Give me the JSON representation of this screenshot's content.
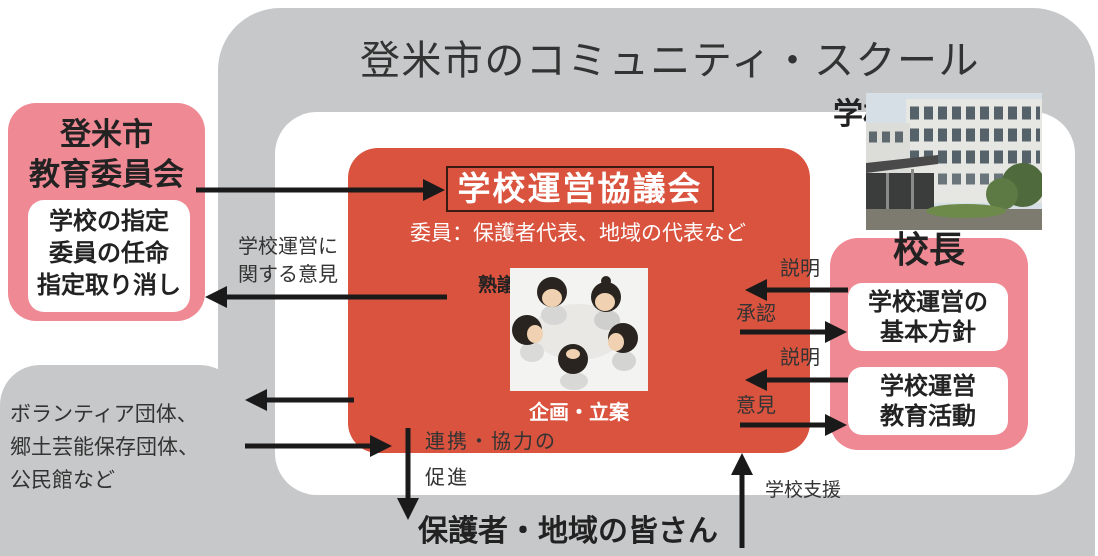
{
  "title": "登米市のコミュニティ・スクール",
  "board": {
    "name_lines": [
      "登米市",
      "教育委員会"
    ],
    "duties": [
      "学校の指定",
      "委員の任命",
      "指定取り消し"
    ]
  },
  "council": {
    "title": "学校運営協議会",
    "members": "委員：保護者代表、地域の代表など",
    "deliberation": "熟議",
    "planning": "企画・立案"
  },
  "school": {
    "label": "学校"
  },
  "principal": {
    "title": "校長",
    "policy_lines": [
      "学校運営の",
      "基本方針"
    ],
    "activity_lines": [
      "学校運営",
      "教育活動"
    ]
  },
  "flows": {
    "board_opinion": [
      "学校運営に",
      "関する意見"
    ],
    "explain_policy": "説明",
    "approve_policy": "承認",
    "explain_activity": "説明",
    "opinion_activity": "意見",
    "cooperation": [
      "連携・協力の",
      "促進"
    ],
    "support": "学校支援"
  },
  "groups": [
    "ボランティア団体、",
    "郷土芸能保存団体、",
    "公民館など"
  ],
  "community": "保護者・地域の皆さん",
  "colors": {
    "outer_gray": "#c7c8c9",
    "pink": "#ef8994",
    "council_red": "#d9533f"
  }
}
